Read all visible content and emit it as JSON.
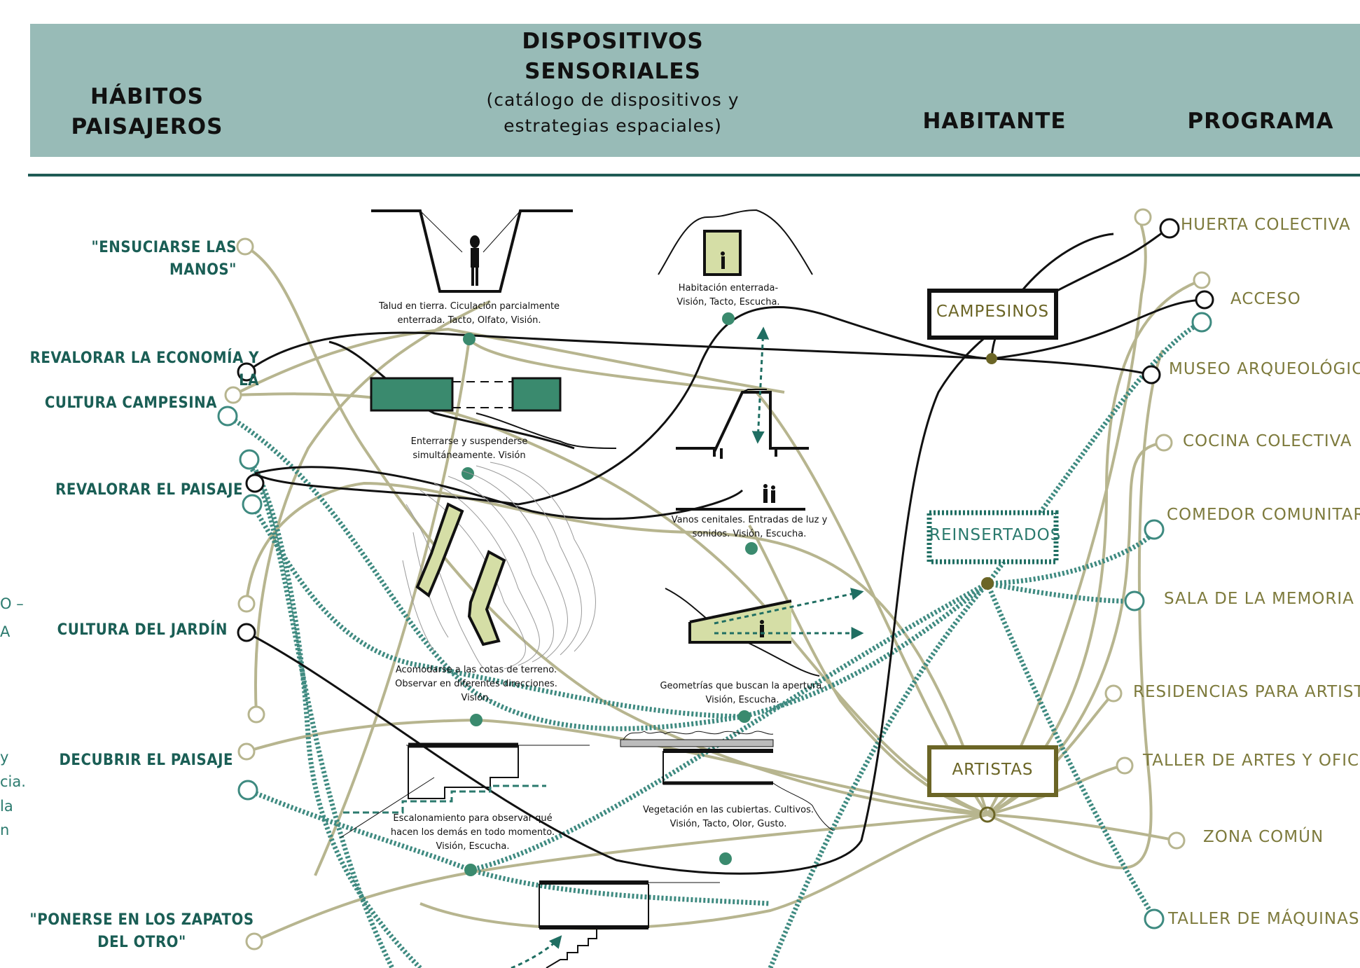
{
  "header": {
    "col1": [
      "HÁBITOS",
      "PAISAJEROS"
    ],
    "col2_title": [
      "DISPOSITIVOS",
      "SENSORIALES"
    ],
    "col2_sub": [
      "(catálogo de dispositivos y",
      "estrategias espaciales)"
    ],
    "col3": "HABITANTE",
    "col4": "PROGRAMA"
  },
  "habits": [
    [
      "\"ENSUCIARSE LAS MANOS\""
    ],
    [
      "REVALORAR LA ECONOMÍA  Y LA",
      "CULTURA CAMPESINA"
    ],
    [
      "REVALORAR EL PAISAJE"
    ],
    [
      "CULTURA DEL JARDÍN"
    ],
    [
      "DECUBRIR EL PAISAJE"
    ],
    [
      "\"PONERSE EN LOS ZAPATOS",
      "DEL OTRO\""
    ]
  ],
  "edge_fragments": [
    "O –",
    "A",
    "y",
    "cia.",
    " la",
    "n"
  ],
  "devices": [
    [
      "Talud en tierra. Ciculación parcialmente",
      "enterrada. Tacto, Olfato, Visión."
    ],
    [
      "Habitación enterrada-",
      "Visión, Tacto, Escucha."
    ],
    [
      "Enterrarse y suspenderse",
      "simultáneamente. Visión"
    ],
    [
      "Vanos cenitales. Entradas de luz y",
      "sonidos. Visión, Escucha."
    ],
    [
      "Acomodarse a las cotas de terreno.",
      "Observar en diferentes direcciones.",
      "Visión."
    ],
    [
      "Geometrías que buscan la apertura.",
      "Visión, Escucha."
    ],
    [
      "Escalonamiento para observar qué",
      "hacen los demás en todo momento.",
      "Visión, Escucha."
    ],
    [
      "Vegetación en las cubiertas. Cultivos.",
      "Visión, Tacto, Olor, Gusto."
    ]
  ],
  "inhabitants": [
    "CAMPESINOS",
    "REINSERTADOS",
    "ARTISTAS"
  ],
  "program": [
    "HUERTA COLECTIVA",
    "ACCESO",
    "MUSEO ARQUEOLÓGICO",
    "COCINA COLECTIVA",
    "COMEDOR COMUNITARIO",
    "SALA DE LA MEMORIA",
    "RESIDENCIAS PARA ARTISTAS",
    "TALLER DE ARTES Y OFICIOS",
    "ZONA COMÚN",
    "TALLER DE MÁQUINAS"
  ],
  "colors": {
    "header": "#98bbb7",
    "rule": "#1f5b55",
    "habit_text": "#1a5e55",
    "program_text": "#7d7a3c",
    "olive_line": "#b7b58f",
    "teal_dotted": "#3e8a80",
    "black_line": "#111111",
    "device_green": "#3a8a6e",
    "device_lime": "#d5dea6",
    "artistas_frame": "#6b6526"
  }
}
